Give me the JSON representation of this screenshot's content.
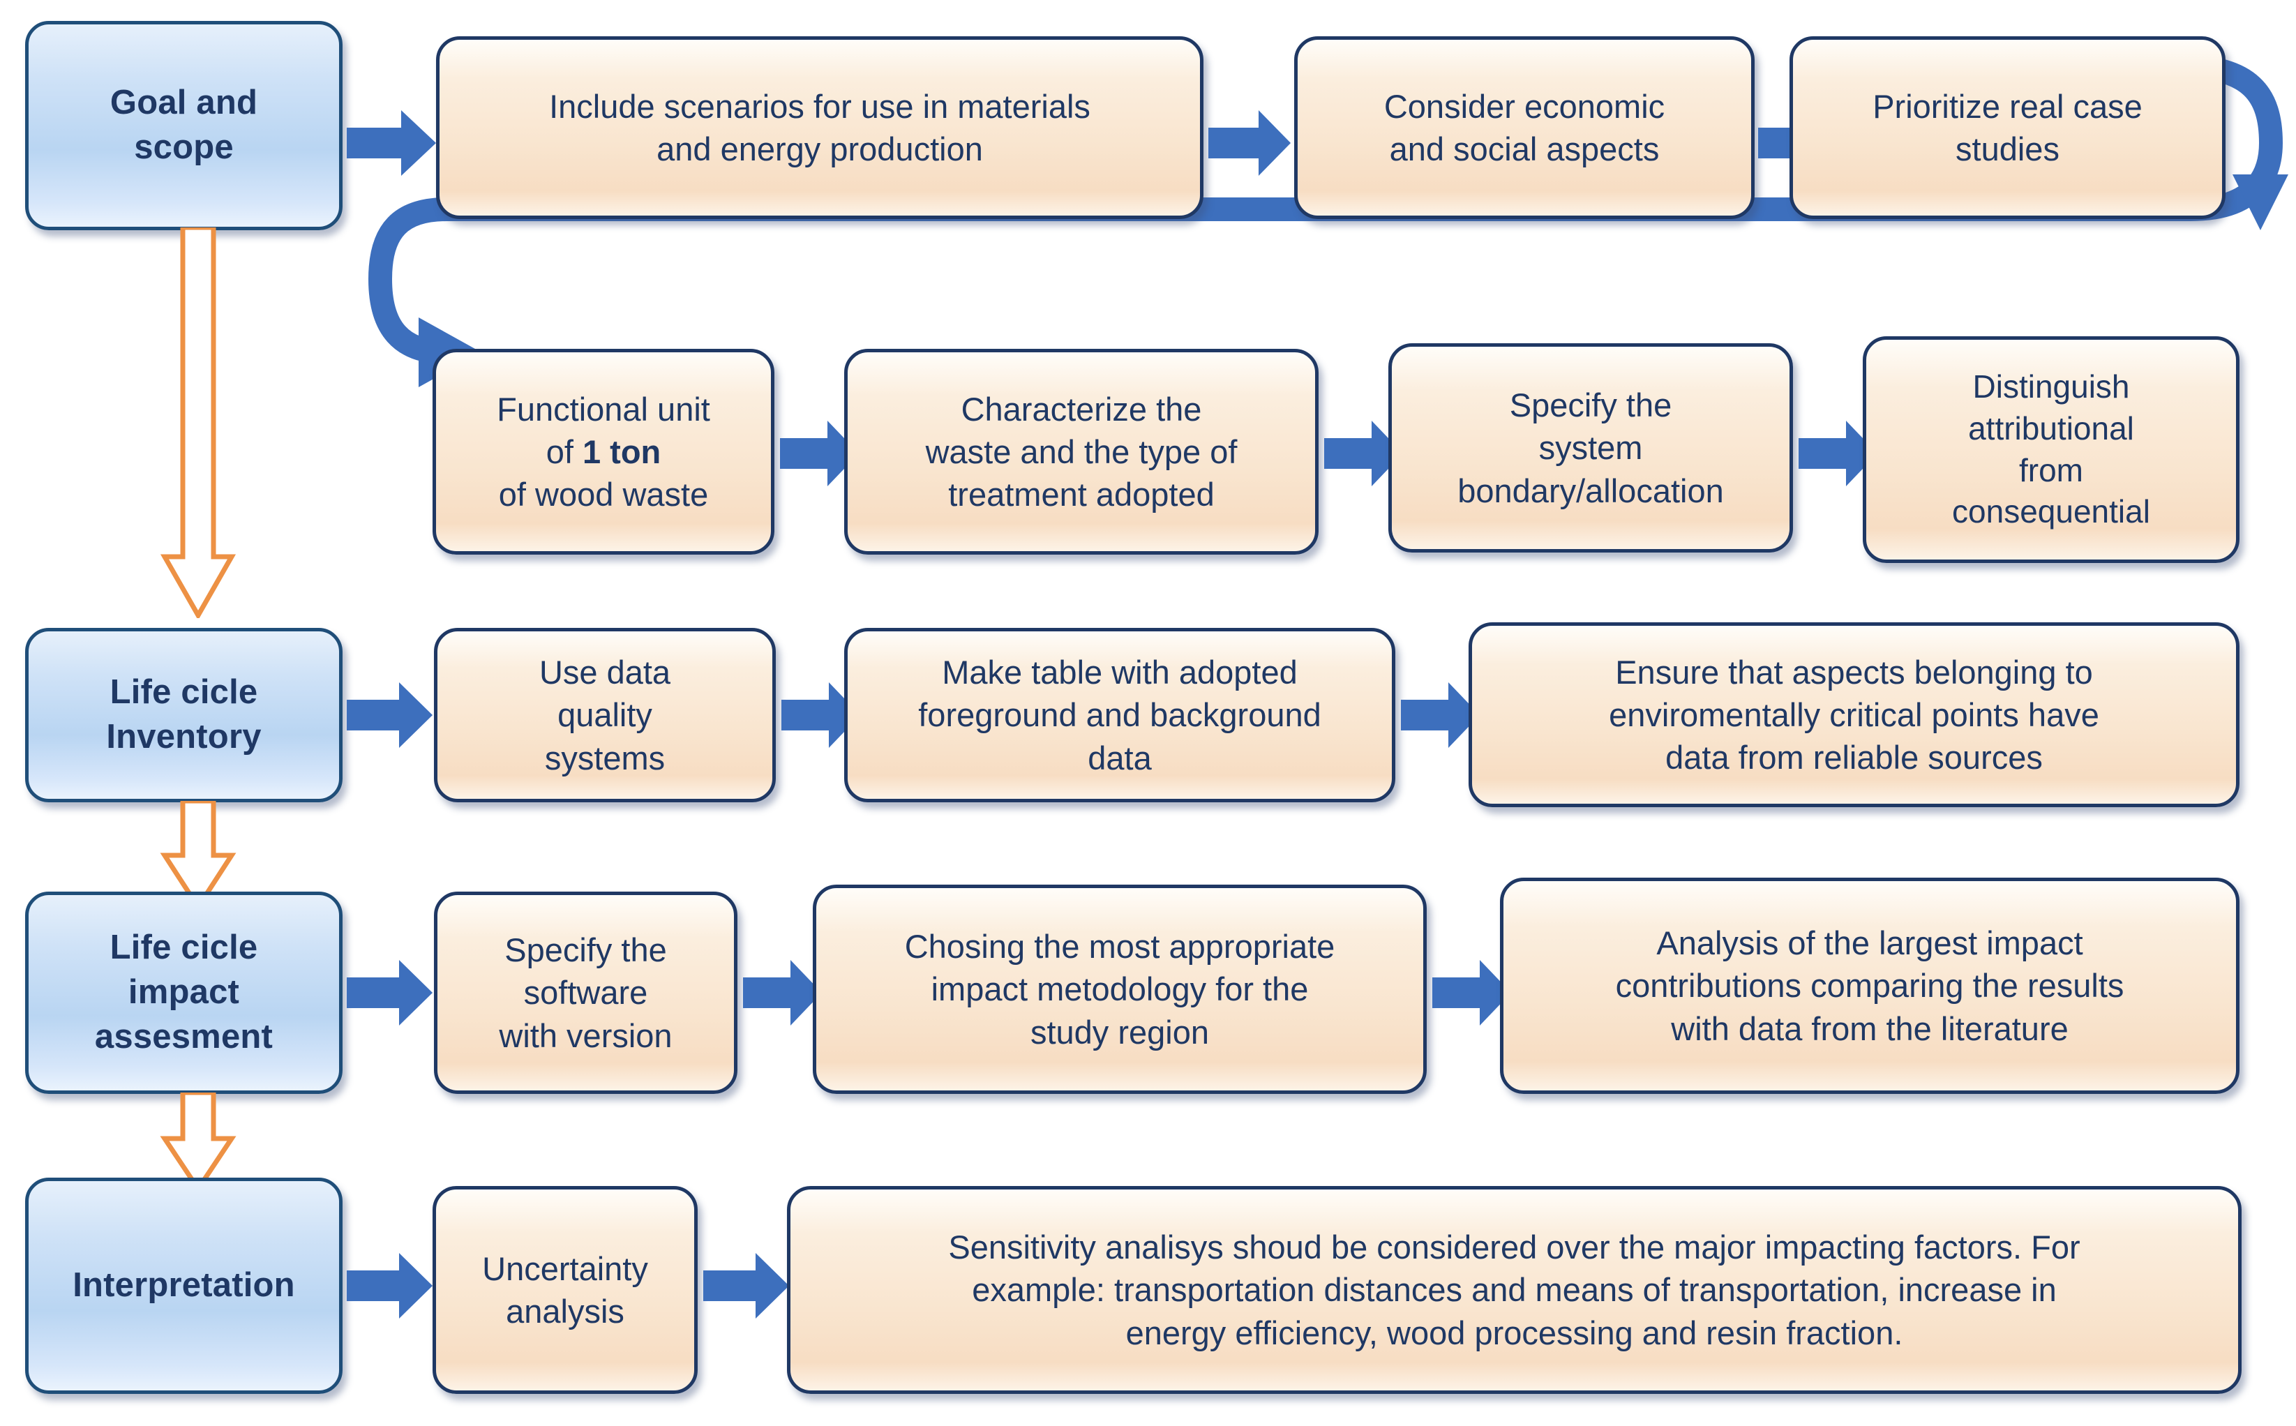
{
  "diagram": {
    "title": "LCA methodological recommendations flowchart",
    "colors": {
      "phase_fill": "#c6ddf5",
      "phase_border": "#1f4e79",
      "step_fill": "#f9e5cf",
      "step_border": "#1f3864",
      "text": "#1f3864",
      "blue_arrow": "#3d6fbd",
      "orange_arrow": "#ed9144",
      "background": "#ffffff"
    }
  },
  "phases": [
    {
      "id": "goal-and-scope",
      "label_line1": "Goal and",
      "label_line2": "scope",
      "label_line3": ""
    },
    {
      "id": "life-cicle-inventory",
      "label_line1": "Life cicle",
      "label_line2": "Inventory",
      "label_line3": ""
    },
    {
      "id": "life-cicle-impact-assesment",
      "label_line1": "Life cicle",
      "label_line2": "impact",
      "label_line3": "assesment"
    },
    {
      "id": "interpretation",
      "label_line1": "Interpretation",
      "label_line2": "",
      "label_line3": ""
    }
  ],
  "steps": {
    "goal_row1": [
      {
        "id": "include-scenarios",
        "line1": "Include scenarios for use in materials",
        "line2": "and energy production"
      },
      {
        "id": "consider-economic",
        "line1": "Consider economic",
        "line2": "and social aspects"
      },
      {
        "id": "prioritize-real-case",
        "line1": "Prioritize real case",
        "line2": "studies"
      }
    ],
    "goal_row2": [
      {
        "id": "functional-unit",
        "line1": "Functional unit",
        "line2_pre": "of ",
        "line2_bold": "1 ton",
        "line3": "of wood waste"
      },
      {
        "id": "characterize-waste",
        "line1": "Characterize the",
        "line2": "waste and the type of",
        "line3": "treatment  adopted"
      },
      {
        "id": "specify-system-boundary",
        "line1": "Specify the",
        "line2": "system",
        "line3": "bondary/allocation"
      },
      {
        "id": "distinguish-attributional",
        "line1": "Distinguish",
        "line2": "attributional",
        "line3": "from",
        "line4": "consequential"
      }
    ],
    "inventory_row": [
      {
        "id": "use-data-quality",
        "line1": "Use data",
        "line2": "quality",
        "line3": "systems"
      },
      {
        "id": "make-table",
        "line1": "Make table with adopted",
        "line2": "foreground and background",
        "line3": "data"
      },
      {
        "id": "ensure-aspects",
        "line1": "Ensure that aspects belonging to",
        "line2": "enviromentally critical points have",
        "line3": "data from reliable sources"
      }
    ],
    "impact_row": [
      {
        "id": "specify-software",
        "line1": "Specify the",
        "line2": "software",
        "line3": "with version"
      },
      {
        "id": "chosing-methodology",
        "line1": "Chosing the most appropriate",
        "line2": "impact metodology for the",
        "line3": "study region"
      },
      {
        "id": "analysis-largest-impact",
        "line1": "Analysis of the largest impact",
        "line2": "contributions comparing the results",
        "line3": "with data from the literature"
      }
    ],
    "interpretation_row": [
      {
        "id": "uncertainty-analysis",
        "line1": "Uncertainty",
        "line2": "analysis"
      },
      {
        "id": "sensitivity-analysis",
        "line1": "Sensitivity analisys shoud be considered over the major impacting factors. For",
        "line2": "example: transportation distances and means of transportation, increase in",
        "line3": "energy efficiency, wood processing and resin fraction."
      }
    ]
  }
}
